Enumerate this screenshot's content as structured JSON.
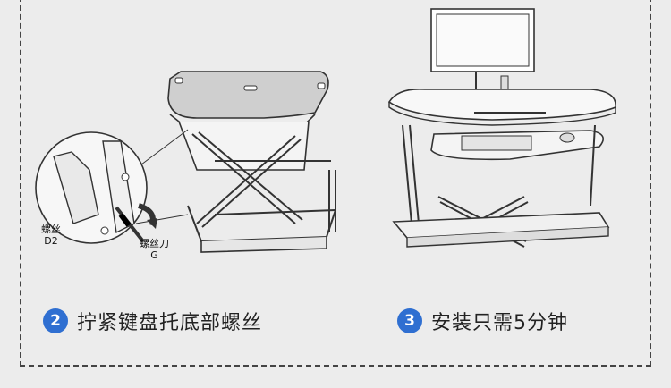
{
  "left_panel": {
    "callout_screw": "螺丝",
    "callout_screw_code": "D2",
    "callout_screwdriver": "螺丝刀",
    "callout_screwdriver_code": "G"
  },
  "steps": [
    {
      "number": "2",
      "text": "拧紧键盘托底部螺丝"
    },
    {
      "number": "3",
      "text": "安装只需5分钟"
    }
  ],
  "colors": {
    "background": "#ececec",
    "badge": "#2f6fd1",
    "line": "#333333"
  }
}
